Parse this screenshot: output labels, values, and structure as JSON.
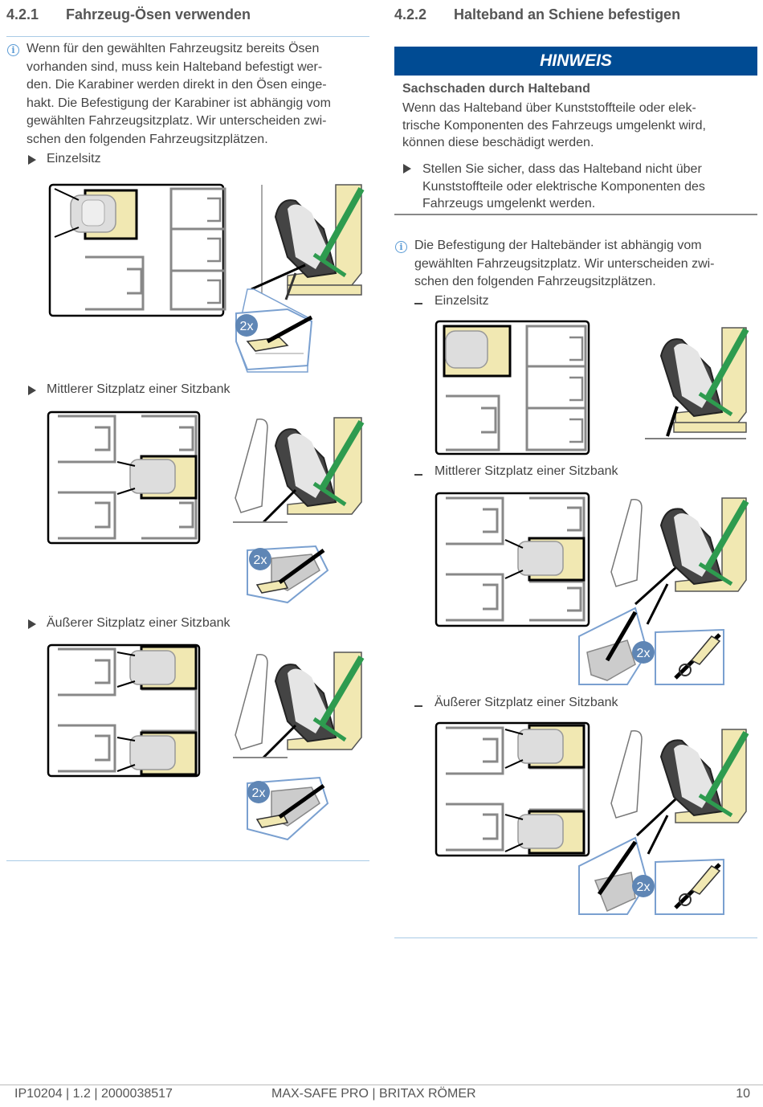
{
  "left": {
    "number": "4.2.1",
    "title": "Fahrzeug-Ösen verwenden",
    "info_lines": [
      "Wenn für den gewählten Fahrzeugsitz bereits Ösen",
      "vorhanden sind, muss kein Halteband befestigt wer-",
      "den. Die Karabiner werden direkt in den Ösen einge-",
      "hakt. Die Befestigung der Karabiner ist abhängig vom",
      "gewählten Fahrzeugsitzplatz. Wir unterscheiden zwi-",
      "schen den folgenden Fahrzeugsitzplätzen."
    ],
    "items": [
      {
        "label": "Einzelsitz",
        "badge": "2x"
      },
      {
        "label": "Mittlerer Sitzplatz einer Sitzbank",
        "badge": "2x"
      },
      {
        "label": "Äußerer Sitzplatz einer Sitzbank",
        "badge": "2x"
      }
    ]
  },
  "right": {
    "number": "4.2.2",
    "title": "Halteband an Schiene befestigen",
    "notice": {
      "title": "HINWEIS",
      "subtitle": "Sachschaden durch Halteband",
      "body_lines": [
        "Wenn das Halteband über Kunststoffteile oder elek-",
        "trische Komponenten des Fahrzeugs umgelenkt wird,",
        "können diese beschädigt werden."
      ],
      "action_lines": [
        "Stellen Sie sicher, dass das Halteband nicht über",
        "Kunststoffteile oder elektrische Komponenten des",
        "Fahrzeugs umgelenkt werden."
      ]
    },
    "info_lines": [
      "Die Befestigung der Haltebänder ist abhängig vom",
      "gewählten Fahrzeugsitzplatz. Wir unterscheiden zwi-",
      "schen den folgenden Fahrzeugsitzplätzen."
    ],
    "items": [
      {
        "label": "Einzelsitz"
      },
      {
        "label": "Mittlerer Sitzplatz einer Sitzbank",
        "badge": "2x"
      },
      {
        "label": "Äußerer Sitzplatz einer Sitzbank",
        "badge": "2x"
      }
    ]
  },
  "footer": {
    "doc_id": "IP10204 | 1.2 | 2000038517",
    "product": "MAX-SAFE PRO | BRITAX RÖMER",
    "page": "10"
  },
  "colors": {
    "accent_blue": "#004b93",
    "info_blue": "#5b9bd5",
    "rule_blue": "#a9cbe6",
    "seat_yellow": "#f1e8b2",
    "strap_green": "#2e9b4f"
  }
}
